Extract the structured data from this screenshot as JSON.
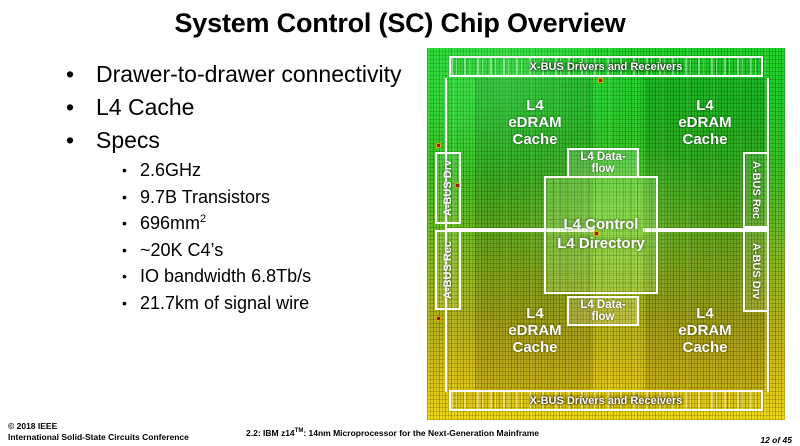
{
  "slide": {
    "title": "System Control (SC) Chip Overview"
  },
  "bullets": {
    "level1": [
      {
        "text": "Drawer-to-drawer connectivity",
        "marker": "•"
      },
      {
        "text": "L4 Cache",
        "marker": "•"
      },
      {
        "text": "Specs",
        "marker": "•"
      }
    ],
    "level2": [
      {
        "text": "2.6GHz",
        "marker": "•"
      },
      {
        "text": "9.7B Transistors",
        "marker": "•"
      },
      {
        "text": "696mm",
        "superscript": "2",
        "marker": "•"
      },
      {
        "text": "~20K C4’s",
        "marker": "•"
      },
      {
        "text": "IO bandwidth 6.8Tb/s",
        "marker": "•"
      },
      {
        "text": "21.7km of signal wire",
        "marker": "•"
      }
    ]
  },
  "chip": {
    "xbus_top_label": "X-BUS Drivers and Receivers",
    "xbus_bottom_label": "X-BUS Drivers and Receivers",
    "cache_top_left": "L4\neDRAM\nCache",
    "cache_top_right": "L4\neDRAM\nCache",
    "cache_bottom_left": "L4\neDRAM\nCache",
    "cache_bottom_right": "L4\neDRAM\nCache",
    "dataflow_top": "L4 Data-\nflow",
    "dataflow_bottom": "L4 Data-\nflow",
    "control_label": "L4 Control\nL4 Directory",
    "abus_left_top": "A-BUS Drv",
    "abus_left_bottom": "A-BUS Rec",
    "abus_right_top": "A-BUS Rec",
    "abus_right_bottom": "A-BUS Drv"
  },
  "footer": {
    "copyright_line1": "© 2018 IEEE",
    "copyright_line2": "International Solid-State Circuits Conference",
    "paper_prefix": "2.2: IBM z14",
    "paper_tm": "TM",
    "paper_suffix": ": 14nm Microprocessor for the Next-Generation Mainframe",
    "page": "12 of 45"
  },
  "colors": {
    "chip_top": "#16d421",
    "chip_bottom": "#f0d904",
    "label_text": "#ffffff",
    "body_text": "#000000"
  }
}
